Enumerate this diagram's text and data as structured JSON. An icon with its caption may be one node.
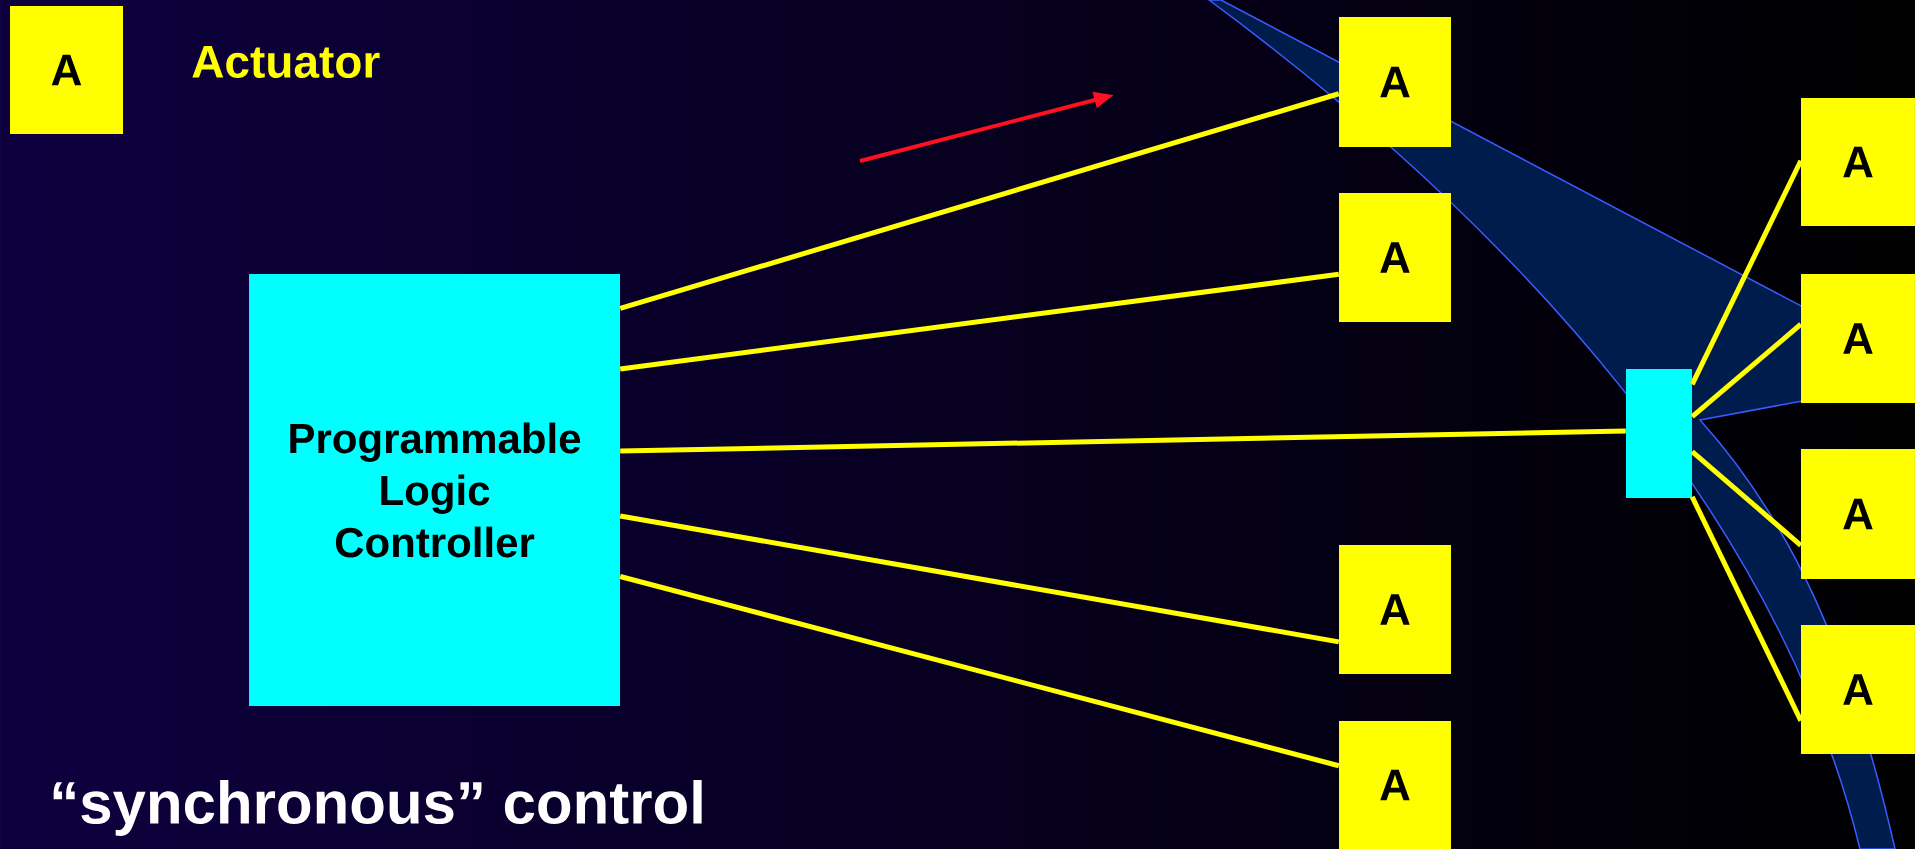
{
  "diagram": {
    "nodes": [
      {
        "text": [
          "A"
        ],
        "beside": [
          "Actuator"
        ]
      },
      {
        "text": [
          "Programmable Logic Controller"
        ]
      },
      {
        "text": [
          "A"
        ]
      },
      {
        "text": [
          "A"
        ]
      },
      {
        "text": [
          "A"
        ]
      },
      {
        "text": [
          "A"
        ]
      },
      {
        "text": [],
        "shape": "box"
      },
      {
        "text": [
          "A"
        ]
      },
      {
        "text": [
          "A"
        ]
      },
      {
        "text": [
          "A"
        ]
      },
      {
        "text": [
          "A"
        ]
      }
    ],
    "edges": [
      {
        "from": 1,
        "to": 2,
        "arrow": "none"
      },
      {
        "from": 1,
        "to": 3,
        "arrow": "none"
      },
      {
        "from": 1,
        "to": 6,
        "arrow": "none"
      },
      {
        "from": 1,
        "to": 4,
        "arrow": "none"
      },
      {
        "from": 1,
        "to": 5,
        "arrow": "none"
      },
      {
        "from": 6,
        "to": 7,
        "arrow": "none"
      },
      {
        "from": 6,
        "to": 8,
        "arrow": "none"
      },
      {
        "from": 6,
        "to": 9,
        "arrow": "none"
      },
      {
        "from": 6,
        "to": 10,
        "arrow": "none"
      }
    ],
    "labels": [
      "“synchronous” control"
    ]
  }
}
